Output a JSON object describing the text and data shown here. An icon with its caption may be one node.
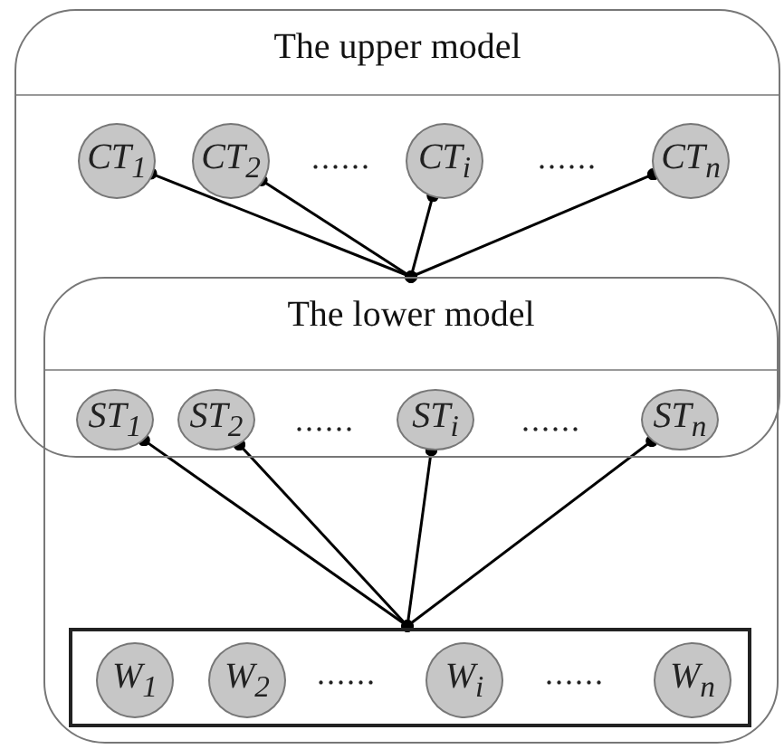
{
  "diagram": {
    "nodes": [
      {
        "text": [
          "The upper model"
        ]
      },
      {
        "text": [
          "CT$_{1}$"
        ],
        "in": 0
      },
      {
        "text": [
          "CT$_{2}$"
        ],
        "in": 0
      },
      {
        "text": [
          "CT$_{i}$"
        ],
        "in": 0
      },
      {
        "text": [
          "CT$_{n}$"
        ],
        "in": 0
      },
      {
        "text": [
          "The lower model"
        ]
      },
      {
        "text": [
          "ST$_{1}$"
        ]
      },
      {
        "text": [
          "ST$_{2}$"
        ]
      },
      {
        "text": [
          "ST$_{i}$"
        ]
      },
      {
        "text": [
          "ST$_{n}$"
        ]
      },
      {
        "text": [],
        "shape": "box",
        "in": 5
      },
      {
        "text": [
          "W$_{1}$"
        ],
        "in": 10
      },
      {
        "text": [
          "W$_{2}$"
        ],
        "in": 10
      },
      {
        "text": [
          "W$_{i}$"
        ],
        "in": 10
      },
      {
        "text": [
          "W$_{n}$"
        ],
        "in": 10
      }
    ],
    "edges": [
      {
        "from": 1,
        "to": 5,
        "arrow": "other"
      },
      {
        "from": 2,
        "to": 5,
        "arrow": "other"
      },
      {
        "from": 3,
        "to": 5,
        "arrow": "other"
      },
      {
        "from": 4,
        "to": 5,
        "arrow": "other"
      },
      {
        "from": 6,
        "to": 10,
        "arrow": "other"
      },
      {
        "from": 7,
        "to": 10,
        "arrow": "other"
      },
      {
        "from": 8,
        "to": 10,
        "arrow": "other"
      },
      {
        "from": 9,
        "to": 10,
        "arrow": "other"
      }
    ],
    "labels": [
      "......",
      "......",
      "......",
      "......",
      "......",
      "......"
    ]
  }
}
